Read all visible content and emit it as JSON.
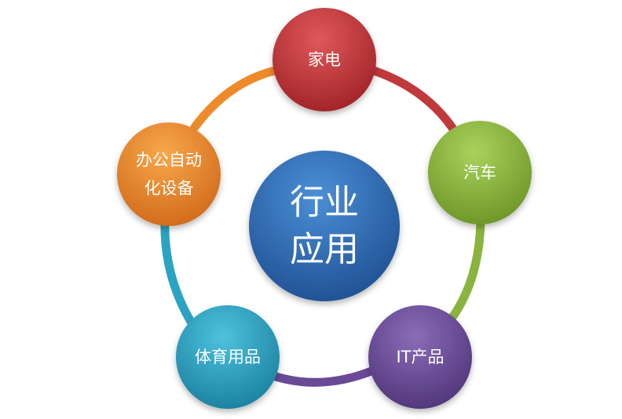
{
  "center": {
    "line1": "行业",
    "line2": "应用",
    "color": "#2f6fba"
  },
  "nodes": [
    {
      "id": "appliances",
      "lines": [
        "家电"
      ],
      "color": "#c0393b"
    },
    {
      "id": "automotive",
      "lines": [
        "汽车"
      ],
      "color": "#8ab43e"
    },
    {
      "id": "it-products",
      "lines": [
        "IT产品"
      ],
      "color": "#6a4a96"
    },
    {
      "id": "sporting-goods",
      "lines": [
        "体育用品"
      ],
      "color": "#2ca3c3"
    },
    {
      "id": "office-automation",
      "lines": [
        "办公自动",
        "化设备"
      ],
      "color": "#ef8a2a"
    }
  ]
}
